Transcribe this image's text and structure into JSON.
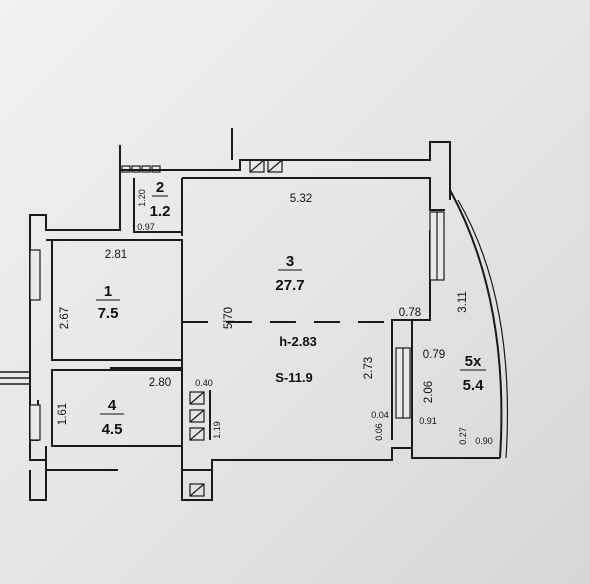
{
  "rooms": [
    {
      "id": "1",
      "number": "1",
      "area": "7.5",
      "dims": [
        "2.81",
        "2.67"
      ]
    },
    {
      "id": "2",
      "number": "2",
      "area": "1.2",
      "dims": [
        "1.20",
        "0.97"
      ]
    },
    {
      "id": "3",
      "number": "3",
      "area": "27.7",
      "dims": [
        "5.32",
        "5|70",
        "0.78",
        "2.73"
      ]
    },
    {
      "id": "4",
      "number": "4",
      "area": "4.5",
      "dims": [
        "2.80",
        "1.61",
        "0.40",
        "1.19"
      ]
    },
    {
      "id": "5",
      "number": "5x",
      "area": "5.4",
      "dims": [
        "0.79",
        "2.06",
        "3.11",
        "0.90",
        "0.91",
        "0.27",
        "0.04",
        "0.06"
      ]
    }
  ],
  "notes": {
    "height": "h-2.83",
    "total_area": "S-11.9"
  }
}
